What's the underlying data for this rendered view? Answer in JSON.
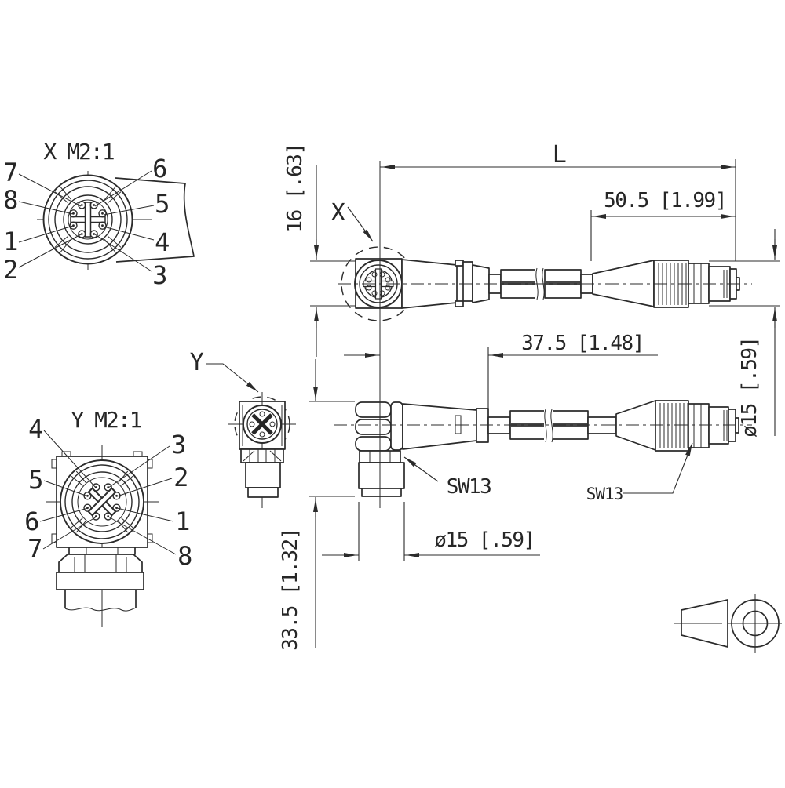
{
  "drawing": {
    "connector_face_x": {
      "title": "X M2:1",
      "pins_left": [
        "7",
        "8",
        "1",
        "2"
      ],
      "pins_right": [
        "6",
        "5",
        "4",
        "3"
      ]
    },
    "connector_face_y": {
      "title": "Y M2:1",
      "pins_left": [
        "4",
        "5",
        "6",
        "7"
      ],
      "pins_right": [
        "3",
        "2",
        "1",
        "8"
      ]
    },
    "side_view_top": {
      "connector_ref": "X",
      "length_dim": "L",
      "connector_length_dim": "50.5 [1.99]",
      "face_height_dim": "16 [.63]",
      "diameter_dim": "ø15 [.59]"
    },
    "side_view_middle": {
      "connector_ref": "Y",
      "body_length_dim": "37.5 [1.48]",
      "drop_height_dim": "33.5 [1.32]",
      "thread_diameter_dim": "ø15 [.59]",
      "wrench_left": "SW13",
      "wrench_right": "SW13"
    },
    "colors": {
      "line": "#2b2b2b",
      "background": "#ffffff"
    }
  }
}
